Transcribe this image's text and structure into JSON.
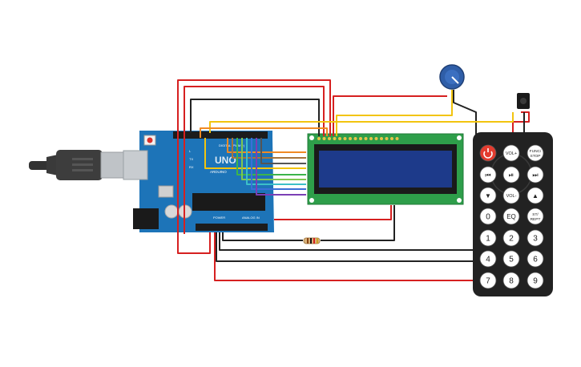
{
  "arduino": {
    "logo": "UNO",
    "brand": "ARDUINO",
    "digital_label": "DIGITAL (PWM ~)",
    "power_label": "POWER",
    "analog_label": "ANALOG IN",
    "tx_label": "TX",
    "rx_label": "RX",
    "l_label": "L"
  },
  "remote": {
    "buttons": [
      {
        "id": "power",
        "label": ""
      },
      {
        "id": "vol-up",
        "label": "VOL+"
      },
      {
        "id": "func-stop",
        "label": "FUNC/\nSTOP"
      },
      {
        "id": "prev",
        "label": "⏮"
      },
      {
        "id": "play-pause",
        "label": "⏯"
      },
      {
        "id": "next",
        "label": "⏭"
      },
      {
        "id": "down",
        "label": "▼"
      },
      {
        "id": "vol-down",
        "label": "VOL-"
      },
      {
        "id": "up",
        "label": "▲"
      },
      {
        "id": "0",
        "label": "0"
      },
      {
        "id": "eq",
        "label": "EQ"
      },
      {
        "id": "st-rept",
        "label": "ST/\nREPT"
      },
      {
        "id": "1",
        "label": "1"
      },
      {
        "id": "2",
        "label": "2"
      },
      {
        "id": "3",
        "label": "3"
      },
      {
        "id": "4",
        "label": "4"
      },
      {
        "id": "5",
        "label": "5"
      },
      {
        "id": "6",
        "label": "6"
      },
      {
        "id": "7",
        "label": "7"
      },
      {
        "id": "8",
        "label": "8"
      },
      {
        "id": "9",
        "label": "9"
      }
    ]
  },
  "colors": {
    "board": "#1d74b8",
    "lcd_pcb": "#2e9e4a",
    "lcd_screen": "#1d3a8a",
    "remote_body": "#222222",
    "power_button": "#e33b2e",
    "wire_red": "#d62020",
    "wire_black": "#222222",
    "wire_yellow": "#f2c40f",
    "wire_orange": "#f08a24",
    "wire_green": "#3cb44b",
    "wire_purple": "#7b3fb5",
    "wire_blue": "#3a6fd8",
    "wire_cyan": "#3cc0c8",
    "pot_knob": "#2f5ea8"
  }
}
